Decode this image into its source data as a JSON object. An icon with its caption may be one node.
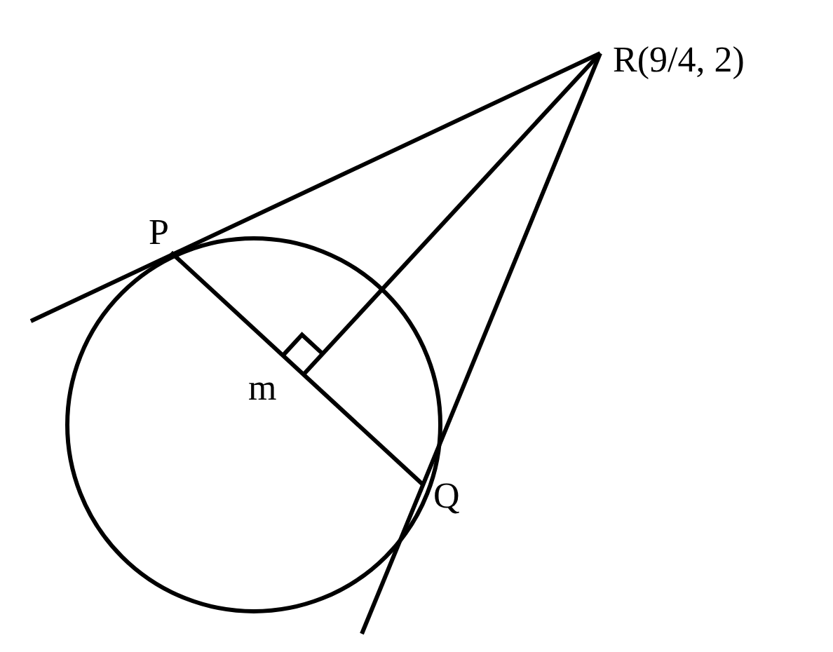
{
  "diagram": {
    "labels": [
      "R(9/4, 2)",
      "P",
      "m",
      "Q"
    ]
  }
}
